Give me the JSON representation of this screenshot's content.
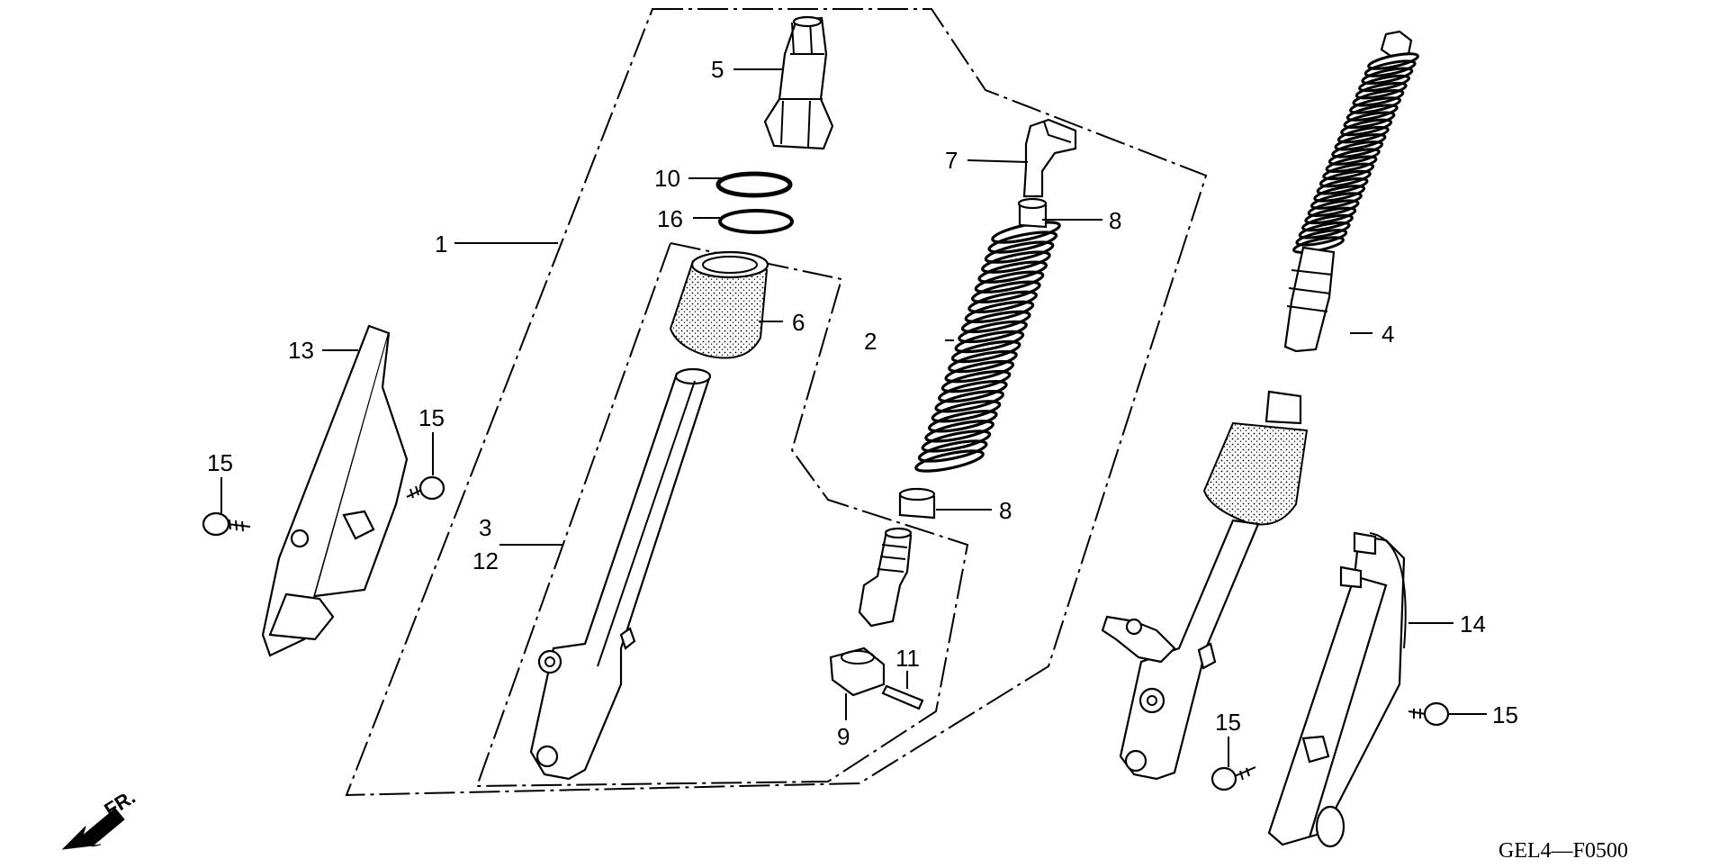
{
  "diagram": {
    "reference_code": "GEL4—F0500",
    "direction_label": "FR.",
    "callouts": [
      {
        "id": "c1",
        "label": "1"
      },
      {
        "id": "c2",
        "label": "2"
      },
      {
        "id": "c3",
        "label": "3"
      },
      {
        "id": "c12",
        "label": "12"
      },
      {
        "id": "c4",
        "label": "4"
      },
      {
        "id": "c5",
        "label": "5"
      },
      {
        "id": "c6",
        "label": "6"
      },
      {
        "id": "c7",
        "label": "7"
      },
      {
        "id": "c8a",
        "label": "8"
      },
      {
        "id": "c8b",
        "label": "8"
      },
      {
        "id": "c9",
        "label": "9"
      },
      {
        "id": "c10",
        "label": "10"
      },
      {
        "id": "c11",
        "label": "11"
      },
      {
        "id": "c13",
        "label": "13"
      },
      {
        "id": "c14",
        "label": "14"
      },
      {
        "id": "c15a",
        "label": "15"
      },
      {
        "id": "c15b",
        "label": "15"
      },
      {
        "id": "c15c",
        "label": "15"
      },
      {
        "id": "c15d",
        "label": "15"
      },
      {
        "id": "c16",
        "label": "16"
      }
    ]
  }
}
